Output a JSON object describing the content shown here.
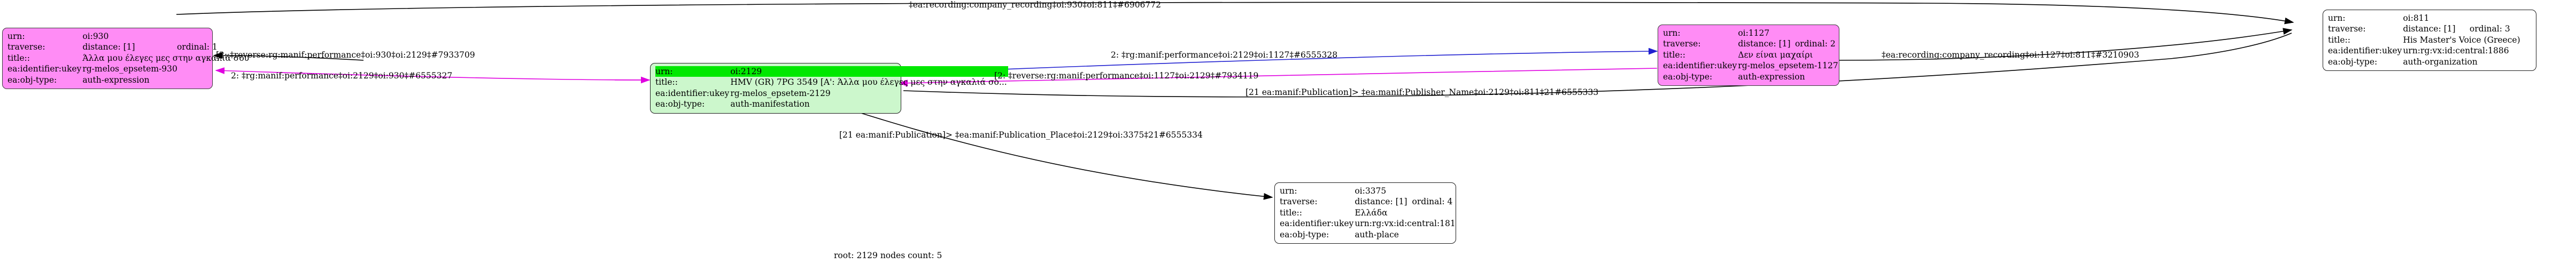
{
  "graph": {
    "root_caption": "root: 2129 nodes count: 5",
    "labels": {
      "urn": "urn:",
      "traverse": "traverse:",
      "title": "title::",
      "ukey": "ea:identifier:ukey",
      "objtype": "ea:obj-type:"
    }
  },
  "nodes": [
    {
      "id": "n930",
      "color": "magenta",
      "urn": "oi:930",
      "distance": "distance: [1]",
      "ordinal": "ordinal: 1",
      "title": "Άλλα μου έλεγες μες στην αγκαλιά σου",
      "ukey": "rg-melos_epsetem-930",
      "objtype": "auth-expression"
    },
    {
      "id": "n2129",
      "color": "green",
      "urn": "oi:2129",
      "distance": "",
      "ordinal": "",
      "title": "HMV (GR) 7PG 3549 [A': Άλλα μου έλεγες μες στην αγκαλιά σο...",
      "ukey": "rg-melos_epsetem-2129",
      "objtype": "auth-manifestation"
    },
    {
      "id": "n1127",
      "color": "magenta",
      "urn": "oi:1127",
      "distance": "distance: [1]",
      "ordinal": "ordinal: 2",
      "title": "Δεν είναι μαχαίρι",
      "ukey": "rg-melos_epsetem-1127",
      "objtype": "auth-expression"
    },
    {
      "id": "n811",
      "color": "white",
      "urn": "oi:811",
      "distance": "distance: [1]",
      "ordinal": "ordinal: 3",
      "title": "His Master's Voice (Greece)",
      "ukey": "urn:rg:vx:id:central:1886",
      "objtype": "auth-organization"
    },
    {
      "id": "n3375",
      "color": "white",
      "urn": "oi:3375",
      "distance": "distance: [1]",
      "ordinal": "ordinal: 4",
      "title": "Ελλάδα",
      "ukey": "urn:rg:vx:id:central:181",
      "objtype": "auth-place"
    }
  ],
  "edge_labels": [
    {
      "id": "e-rec-930",
      "text": "‡ea:recording:company_recording‡oi:930‡oi:811‡#6906772"
    },
    {
      "id": "e-rev-930",
      "text": "[2: ‡reverse:rg:manif:performance‡oi:930‡oi:2129‡#7933709"
    },
    {
      "id": "e-perf-930",
      "text": "2: ‡rg:manif:performance‡oi:2129‡oi:930‡#6555327"
    },
    {
      "id": "e-perf-1127",
      "text": "2: ‡rg:manif:performance‡oi:2129‡oi:1127‡#6555328"
    },
    {
      "id": "e-rev-1127",
      "text": "[2: ‡reverse:rg:manif:performance‡oi:1127‡oi:2129‡#7934119"
    },
    {
      "id": "e-rec-1127",
      "text": "‡ea:recording:company_recording‡oi:1127‡oi:811‡#3210903"
    },
    {
      "id": "e-pub-name",
      "text": "[21 ea:manif:Publication]> ‡ea:manif:Publisher_Name‡oi:2129‡oi:811‡21#6555333"
    },
    {
      "id": "e-pub-place",
      "text": "[21 ea:manif:Publication]> ‡ea:manif:Publication_Place‡oi:2129‡oi:3375‡21#6555334"
    }
  ]
}
